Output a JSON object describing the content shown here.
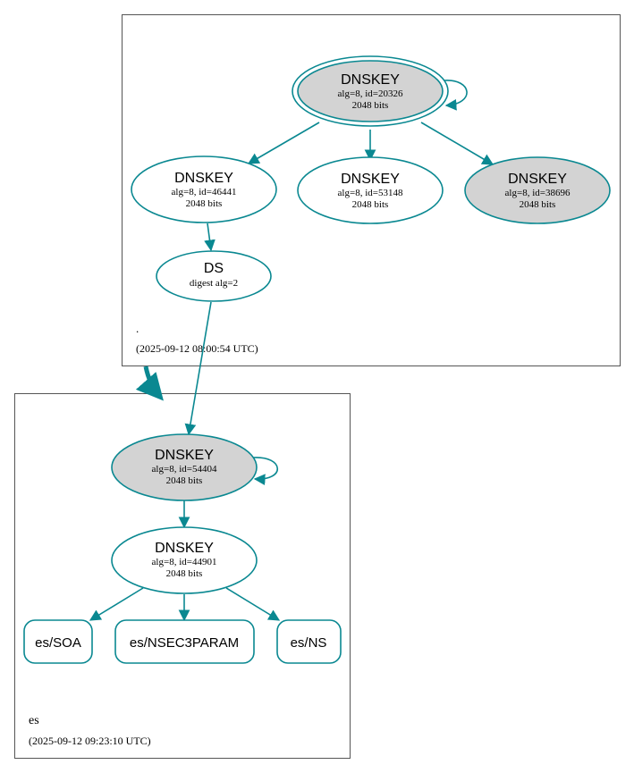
{
  "colors": {
    "edge": "#0a8891",
    "node_fill_sep": "#d3d3d3",
    "node_fill": "#ffffff",
    "zone_border": "#555555"
  },
  "zones": {
    "root": {
      "name": ".",
      "timestamp": "(2025-09-12 08:00:54 UTC)"
    },
    "es": {
      "name": "es",
      "timestamp": "(2025-09-12 09:23:10 UTC)"
    }
  },
  "nodes": {
    "root_ksk": {
      "title": "DNSKEY",
      "line1": "alg=8, id=20326",
      "line2": "2048 bits"
    },
    "root_zsk1": {
      "title": "DNSKEY",
      "line1": "alg=8, id=46441",
      "line2": "2048 bits"
    },
    "root_zsk2": {
      "title": "DNSKEY",
      "line1": "alg=8, id=53148",
      "line2": "2048 bits"
    },
    "root_zsk3": {
      "title": "DNSKEY",
      "line1": "alg=8, id=38696",
      "line2": "2048 bits"
    },
    "ds": {
      "title": "DS",
      "line1": "digest alg=2"
    },
    "es_ksk": {
      "title": "DNSKEY",
      "line1": "alg=8, id=54404",
      "line2": "2048 bits"
    },
    "es_zsk": {
      "title": "DNSKEY",
      "line1": "alg=8, id=44901",
      "line2": "2048 bits"
    },
    "es_soa": {
      "label": "es/SOA"
    },
    "es_nsec3param": {
      "label": "es/NSEC3PARAM"
    },
    "es_ns": {
      "label": "es/NS"
    }
  }
}
